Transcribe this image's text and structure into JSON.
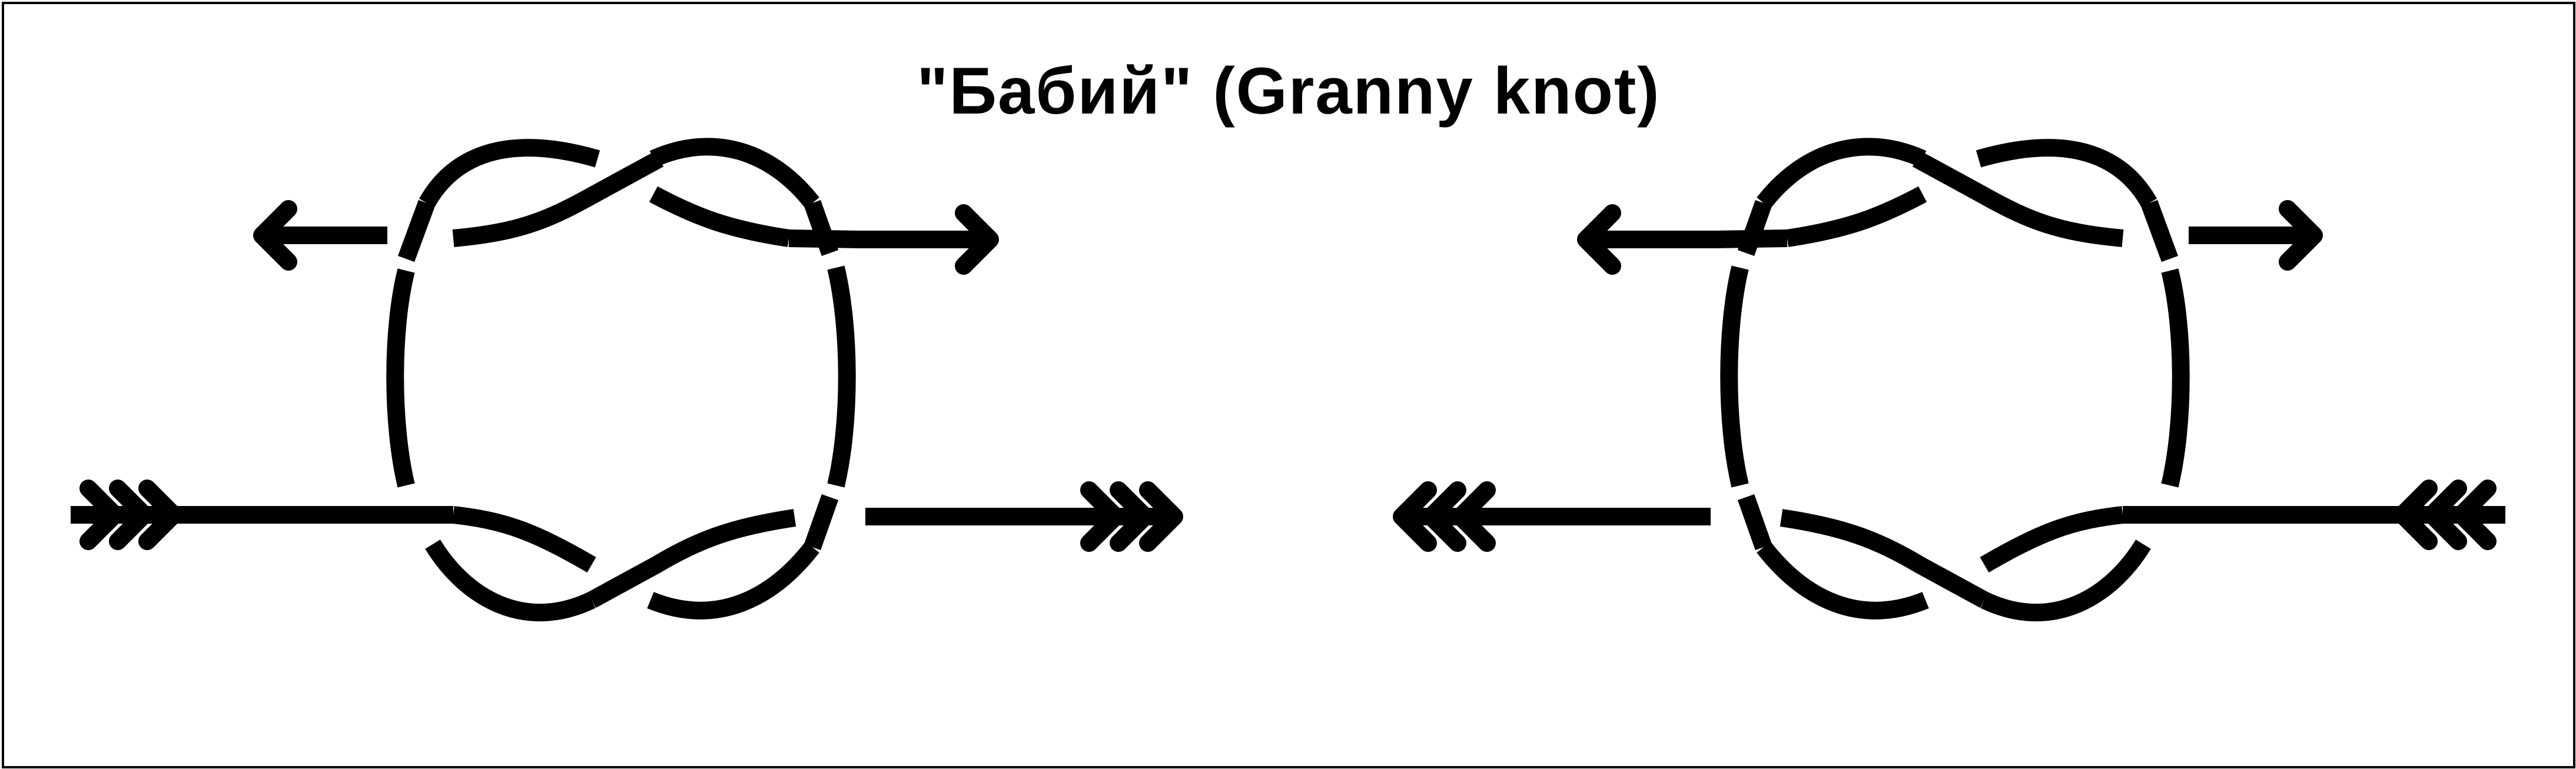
{
  "title": "\"Бабий\" (Granny knot)",
  "colors": {
    "line": "#000000",
    "background": "#ffffff"
  },
  "diagrams": [
    {
      "name": "granny-knot-left"
    },
    {
      "name": "granny-knot-right-mirrored"
    }
  ]
}
